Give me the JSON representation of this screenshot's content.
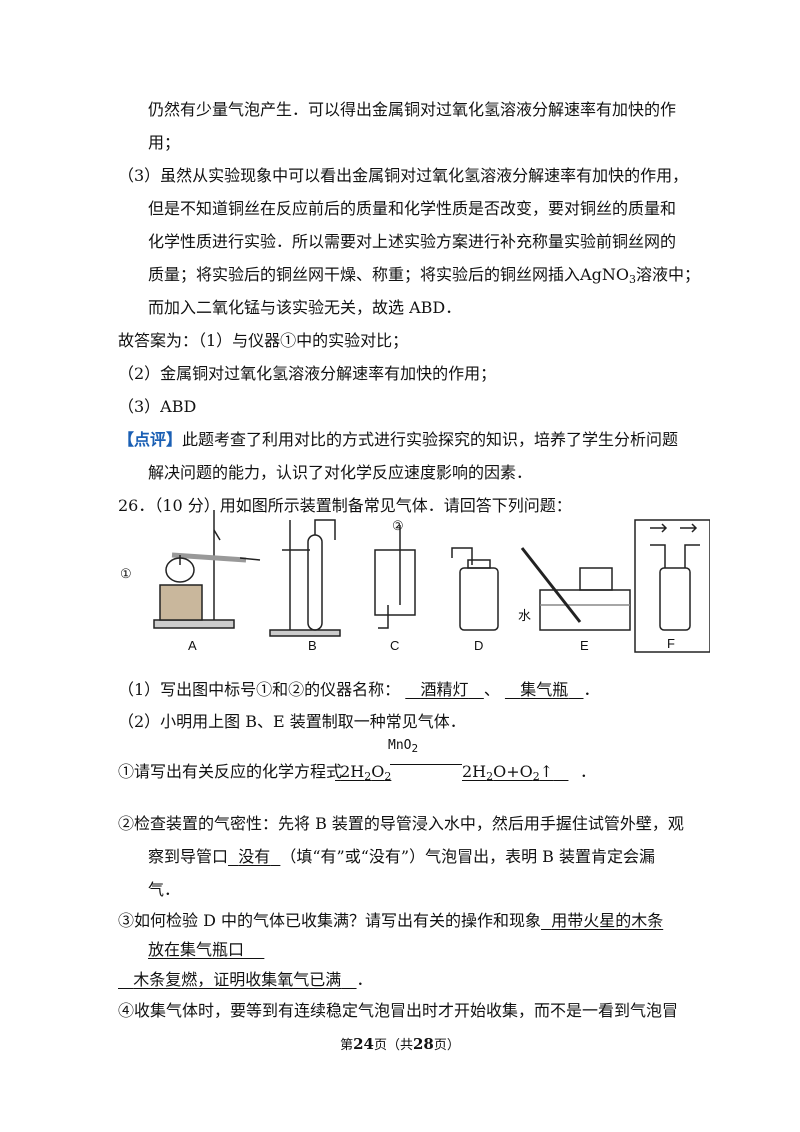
{
  "text": {
    "l1": "仍然有少量气泡产生．可以得出金属铜对过氧化氢溶液分解速率有加快的作",
    "l2": "用；",
    "l3": "（3）虽然从实验现象中可以看出金属铜对过氧化氢溶液分解速率有加快的作用，",
    "l4": "但是不知道铜丝在反应前后的质量和化学性质是否改变，要对铜丝的质量和",
    "l5": "化学性质进行实验．所以需要对上述实验方案进行补充称量实验前铜丝网的",
    "l6a": "质量；将实验后的铜丝网干燥、称重；将实验后的铜丝网插入",
    "l6b": "AgNO",
    "l6c": "3",
    "l6d": "溶液中；",
    "l7": "而加入二氧化锰与该实验无关，故选 ABD．",
    "l8": "故答案为：（1）与仪器①中的实验对比；",
    "l9": "（2）金属铜对过氧化氢溶液分解速率有加快的作用；",
    "l10": "（3）ABD",
    "l11tag": "【点评】",
    "l11": "此题考查了利用对比的方式进行实验探究的知识，培养了学生分析问题",
    "l12": "解决问题的能力，认识了对化学反应速度影响的因素．",
    "l13": "26．（10 分）用如图所示装置制备常见气体．请回答下列问题：",
    "q1a": "（1）写出图中标号①和②的仪器名称：",
    "q1b": "酒精灯",
    "q1c": "、",
    "q1d": "集气瓶",
    "q1e": "．",
    "q2": "（2）小明用上图 B、E 装置制取一种常见气体．",
    "q3a": "①请写出有关反应的化学方程式",
    "q3catalyst": "MnO",
    "q3cat2": "2",
    "q3left": "2H",
    "q3left2": "2",
    "q3left3": "O",
    "q3left4": "2",
    "q3right": "2H",
    "q3right2": "2",
    "q3right3": "O+O",
    "q3right4": "2",
    "q3arrow": "↑",
    "q3end": "．",
    "q4a": "②检查装置的气密性：先将 B 装置的导管浸入水中，然后用手握住试管外壁，观",
    "q4b": "察到导管口",
    "q4c": "没有",
    "q4d": "（填“有”或“没有”）气泡冒出，表明 B 装置肯定会漏",
    "q4e": "气．",
    "q5a": "③如何检验 D 中的气体已收集满？请写出有关的操作和现象",
    "q5b": "用带火星的木条",
    "q5c": "放在集气瓶口",
    "q5d": "木条复燃，证明收集氧气已满",
    "q5e": "．",
    "q6": "④收集气体时，要等到有连续稳定气泡冒出时才开始收集，而不是一看到气泡冒"
  },
  "figure": {
    "label_1": "①",
    "label_2": "②",
    "label_water": "水",
    "labels": [
      "A",
      "B",
      "C",
      "D",
      "E",
      "F"
    ]
  },
  "footer": {
    "p1": "第",
    "page": "24",
    "p2": "页（共",
    "total": "28",
    "p3": "页）"
  }
}
